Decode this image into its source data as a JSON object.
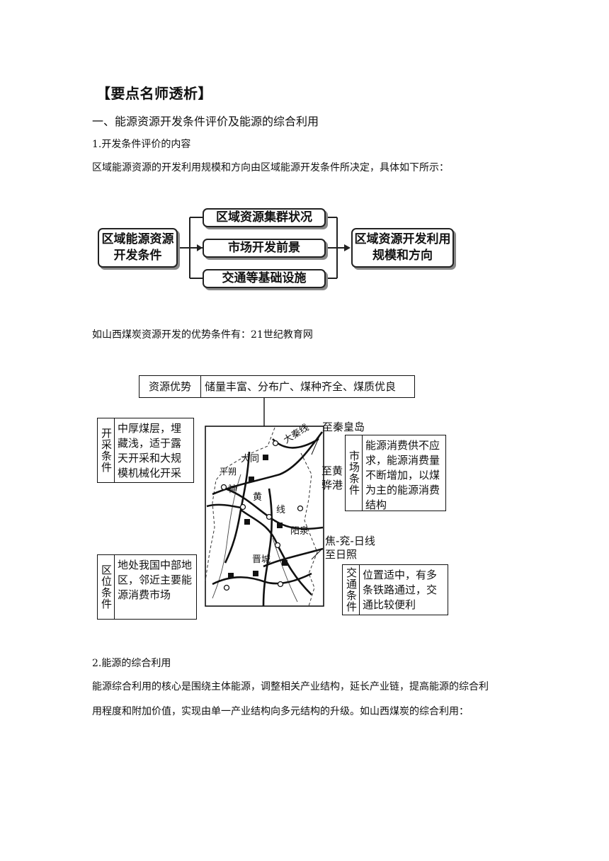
{
  "heading": "【要点名师透析】",
  "section1_title": "一、能源资源开发条件评价及能源的综合利用",
  "sub1": "1.开发条件评价的内容",
  "para1": "区域能源资源的开发利用规模和方向由区域能源开发条件所决定，具体如下所示：",
  "flow": {
    "left_box": "区域能源资源开发条件",
    "middle_boxes": [
      "区域资源集群状况",
      "市场开发前景",
      "交通等基础设施"
    ],
    "right_box": "区域资源开发利用规模和方向"
  },
  "para2": "如山西煤炭资源开发的优势条件有：21世纪教育网",
  "map_figure": {
    "resource": {
      "title": "资源优势",
      "text": "储量丰富、分布广、煤种齐全、煤质优良"
    },
    "mining": {
      "title": "开采条件",
      "text": "中厚煤层，埋藏浅，适于露天开采和大规模机械化开采"
    },
    "market": {
      "title": "市场条件",
      "text": "能源消费供不应求，能源消费量不断增加，以煤为主的能源消费结构"
    },
    "location": {
      "title": "区位条件",
      "text": "地处我国中部地区，邻近主要能源消费市场"
    },
    "transport": {
      "title": "交通条件",
      "text": "位置适中，有多条铁路通过，交通比较便利"
    },
    "labels": {
      "daqin": "大秦线",
      "qinhuangdao": "至秦皇岛",
      "datong": "大同",
      "pingshuo": "平朔",
      "shen": "神",
      "huang": "黄",
      "xian": "线",
      "huanghua": "至黄骅港",
      "yangquan": "阳泉",
      "jinyanri": "焦-兖-日线",
      "rizhao": "至日照",
      "jincheng": "晋城"
    }
  },
  "sub2": "2.能源的综合利用",
  "para3_line1": "能源综合利用的核心是围绕主体能源，调整相关产业结构，延长产业链，提高能源的综合利",
  "para3_line2": "用程度和附加价值，实现由单一产业结构向多元结构的升级。如山西煤炭的综合利用："
}
